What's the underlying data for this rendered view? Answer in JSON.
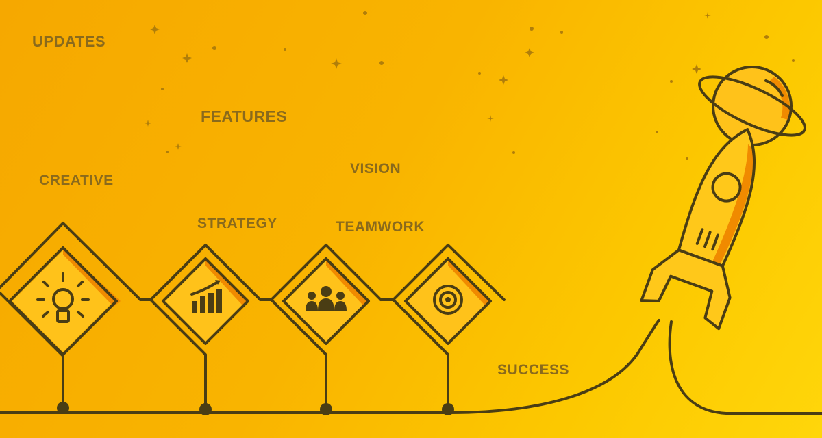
{
  "words": {
    "updates": "UPDATES",
    "features": "FEATURES",
    "creative": "CREATIVE",
    "vision": "VISION",
    "strategy": "STRATEGY",
    "teamwork": "TEAMWORK",
    "success": "SUCCESS"
  },
  "icons": [
    "lightbulb-icon",
    "growth-chart-icon",
    "team-icon",
    "target-icon",
    "rocket-icon",
    "planet-icon"
  ],
  "colors": {
    "background_start": "#f6a800",
    "background_end": "#ffd60a",
    "line": "#4a3d14",
    "text": "#8a6a1c",
    "accent_shadow": "#f08a00"
  }
}
